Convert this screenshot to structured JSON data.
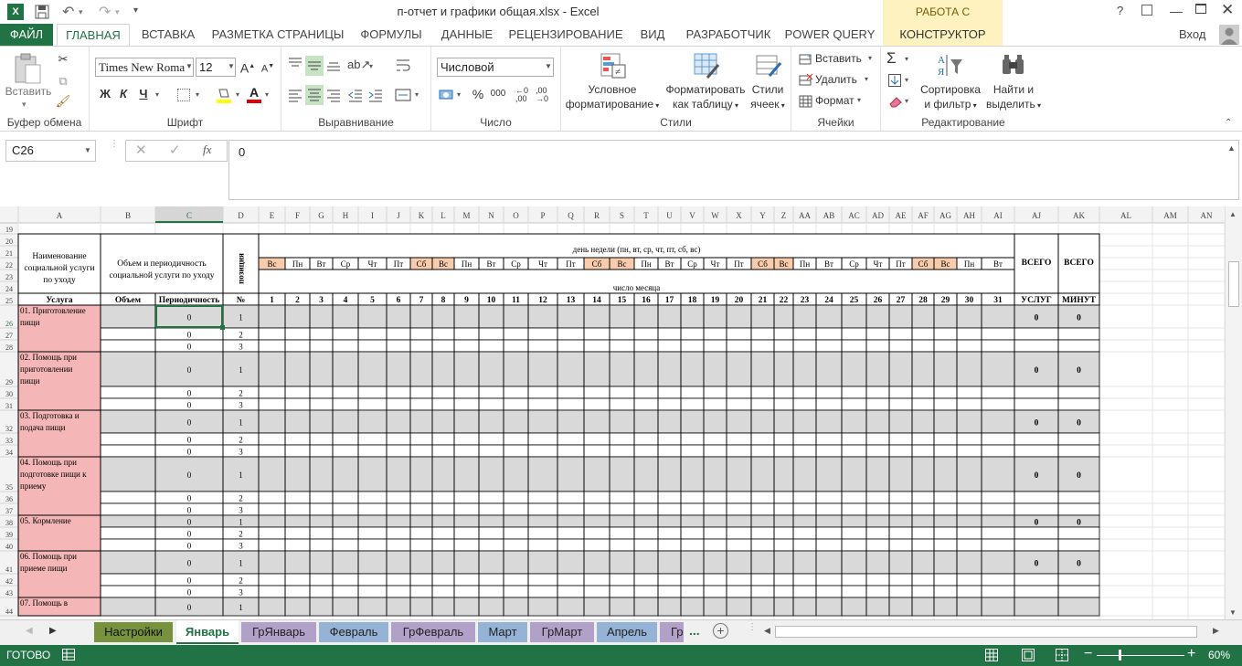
{
  "window": {
    "title": "п-отчет и графики общая.xlsx - Excel",
    "context_tab_header": "РАБОТА С ТАБЛИЦАМИ",
    "help": "?",
    "signin": "Вход"
  },
  "ribbon_tabs": [
    "ФАЙЛ",
    "ГЛАВНАЯ",
    "ВСТАВКА",
    "РАЗМЕТКА СТРАНИЦЫ",
    "ФОРМУЛЫ",
    "ДАННЫЕ",
    "РЕЦЕНЗИРОВАНИЕ",
    "ВИД",
    "РАЗРАБОТЧИК",
    "POWER QUERY",
    "КОНСТРУКТОР"
  ],
  "ribbon": {
    "clipboard": {
      "paste": "Вставить",
      "label": "Буфер обмена"
    },
    "font": {
      "name": "Times New Roma",
      "size": "12",
      "bold": "Ж",
      "italic": "К",
      "underline": "Ч",
      "label": "Шрифт"
    },
    "alignment": {
      "label": "Выравнивание"
    },
    "number": {
      "format": "Числовой",
      "label": "Число",
      "percent": "%",
      "thousands": "000"
    },
    "styles": {
      "cond_1": "Условное",
      "cond_2": "форматирование",
      "table_1": "Форматировать",
      "table_2": "как таблицу",
      "cell_1": "Стили",
      "cell_2": "ячеек",
      "label": "Стили"
    },
    "cells": {
      "insert": "Вставить",
      "delete": "Удалить",
      "format": "Формат",
      "label": "Ячейки"
    },
    "editing": {
      "sort_1": "Сортировка",
      "sort_2": "и фильтр",
      "find_1": "Найти и",
      "find_2": "выделить",
      "label": "Редактирование"
    }
  },
  "formula_bar": {
    "name_box": "C26",
    "value": "0",
    "fx": "fx"
  },
  "sheet": {
    "col_letters": [
      "A",
      "B",
      "C",
      "D",
      "E",
      "F",
      "G",
      "H",
      "I",
      "J",
      "K",
      "L",
      "M",
      "N",
      "O",
      "P",
      "Q",
      "R",
      "S",
      "T",
      "U",
      "V",
      "W",
      "X",
      "Y",
      "Z",
      "AA",
      "AB",
      "AC",
      "AD",
      "AE",
      "AF",
      "AG",
      "AH",
      "AI",
      "AJ",
      "AK",
      "AL",
      "AM",
      "AN"
    ],
    "header": {
      "service_name": [
        "Наименование",
        "социальной услуги",
        "по уходу"
      ],
      "volume_period": [
        "Объем и периодичность",
        "социальной услуги по уходу"
      ],
      "position": "позиция",
      "weekday_title": "день недели (пн, вт, ср, чт, пт, сб, вс)",
      "day_title": "число месяца",
      "total1": "ВСЕГО",
      "total2": "ВСЕГО",
      "col_service": "Услуга",
      "col_volume": "Объем",
      "col_period": "Периодичность",
      "col_num": "№",
      "col_services": "УСЛУГ",
      "col_minutes": "МИНУТ"
    },
    "weekdays": [
      "Вс",
      "Пн",
      "Вт",
      "Ср",
      "Чт",
      "Пт",
      "Сб",
      "Вс",
      "Пн",
      "Вт",
      "Ср",
      "Чт",
      "Пт",
      "Сб",
      "Вс",
      "Пн",
      "Вт",
      "Ср",
      "Чт",
      "Пт",
      "Сб",
      "Вс",
      "Пн",
      "Вт",
      "Ср",
      "Чт",
      "Пт",
      "Сб",
      "Вс",
      "Пн",
      "Вт"
    ],
    "weekend_color": "#f8cbad",
    "row_gray": "#d9d9d9",
    "service_pink": "#f4b6b6",
    "services": [
      {
        "rows": [
          "26",
          "27",
          "28"
        ],
        "label": [
          "01. Приготовление",
          "пищи"
        ],
        "total": "0",
        "minutes": "0"
      },
      {
        "rows": [
          "29",
          "30",
          "31"
        ],
        "label": [
          "02. Помощь при",
          "приготовлении",
          "пищи"
        ],
        "total": "0",
        "minutes": "0"
      },
      {
        "rows": [
          "32",
          "33",
          "34"
        ],
        "label": [
          "03. Подготовка и",
          "подача пищи"
        ],
        "total": "0",
        "minutes": "0"
      },
      {
        "rows": [
          "35",
          "36",
          "37"
        ],
        "label": [
          "04. Помощь при",
          "подготовке пищи к",
          "приему"
        ],
        "total": "0",
        "minutes": "0"
      },
      {
        "rows": [
          "38",
          "39",
          "40"
        ],
        "label": [
          "05. Кормление"
        ],
        "total": "0",
        "minutes": "0"
      },
      {
        "rows": [
          "41",
          "42",
          "43"
        ],
        "label": [
          "06. Помощь при",
          "приеме пищи"
        ],
        "total": "0",
        "minutes": "0"
      },
      {
        "rows": [
          "44"
        ],
        "label": [
          "07. Помощь в"
        ],
        "total": "",
        "minutes": ""
      }
    ],
    "period_value": "0"
  },
  "sheet_tabs": [
    "Настройки",
    "Январь",
    "ГрЯнварь",
    "Февраль",
    "ГрФевраль",
    "Март",
    "ГрМарт",
    "Апрель",
    "Гр"
  ],
  "status": {
    "ready": "ГОТОВО",
    "zoom": "60%"
  }
}
